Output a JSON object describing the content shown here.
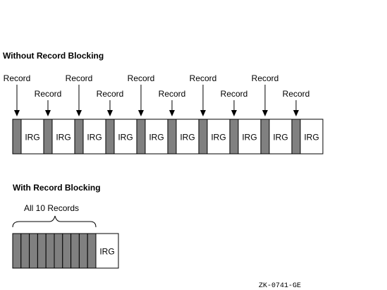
{
  "top_section": {
    "title": "Without Record Blocking",
    "record_label": "Record",
    "irg_label": "IRG",
    "record_count": 10
  },
  "bottom_section": {
    "title": "With Record Blocking",
    "brace_label": "All 10 Records",
    "irg_label": "IRG",
    "record_count": 10
  },
  "figure_code": "ZK-0741-GE",
  "colors": {
    "record_fill": "#808080",
    "irg_fill": "#ffffff",
    "stroke": "#000000"
  }
}
